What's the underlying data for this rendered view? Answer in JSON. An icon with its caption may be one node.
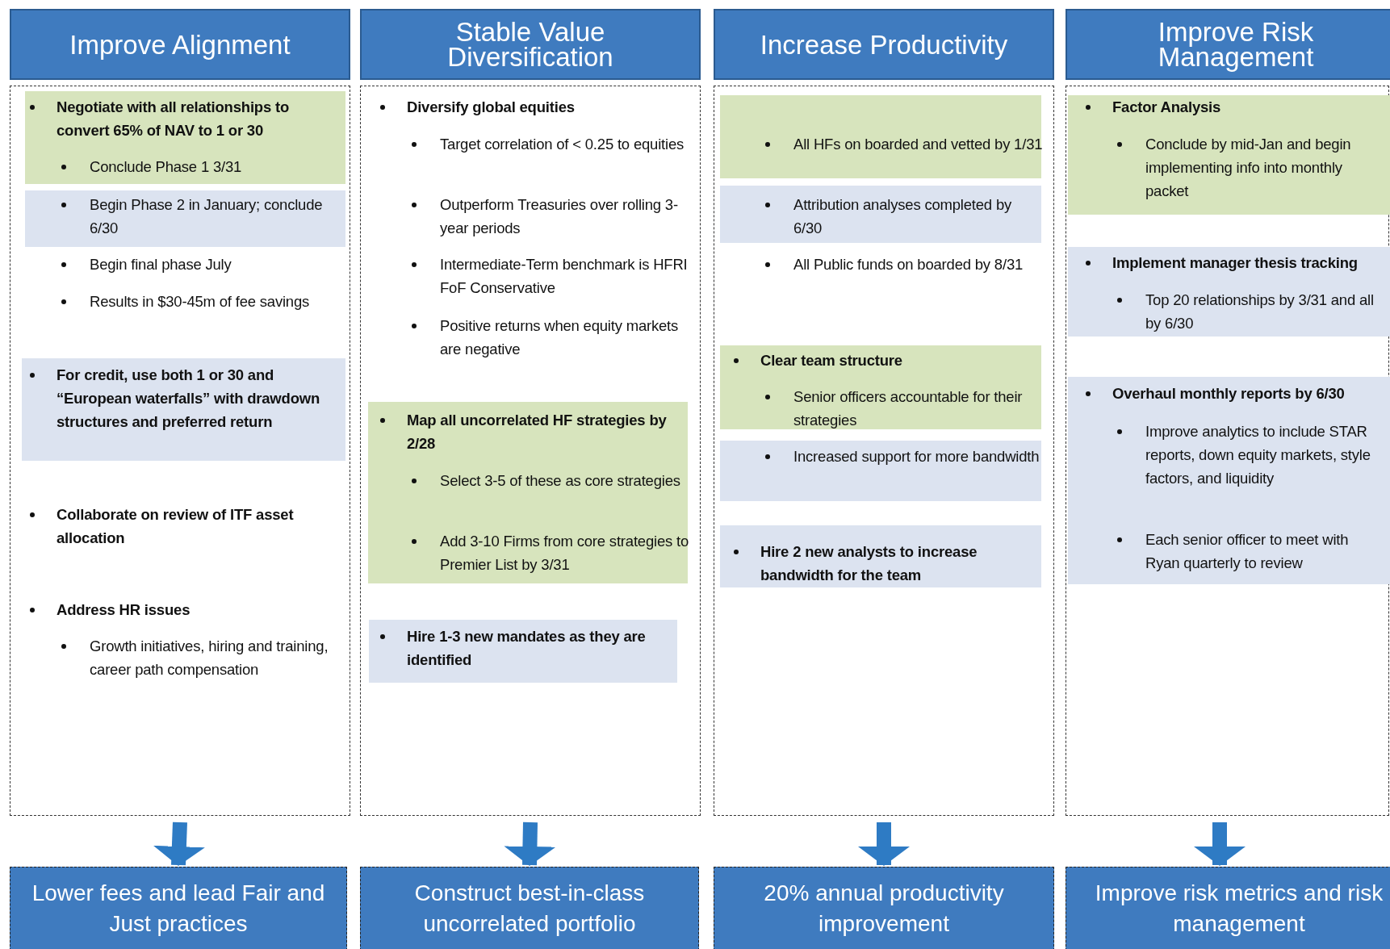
{
  "diagram": {
    "nodes": [
      {
        "text": [
          "Improve Alignment"
        ]
      },
      {
        "text": [
          "Stable Value Diversification"
        ]
      },
      {
        "text": [
          "Increase Productivity"
        ]
      },
      {
        "text": [
          "Improve Risk Management"
        ]
      },
      {
        "text": [
          "Begin final phase July",
          "Results in $30-45m of fee savings",
          "Collaborate on review of ITF asset allocation",
          "Address HR issues",
          "Growth initiatives, hiring and training, career path compensation"
        ]
      },
      {
        "text": [
          "Negotiate with all relationships to convert 65% of NAV to 1 or 30",
          "Conclude Phase 1 3/31"
        ],
        "in": 4
      },
      {
        "text": [
          "Begin Phase 2 in January; conclude 6/30"
        ],
        "in": 4
      },
      {
        "text": [
          "For credit, use both 1 or 30 and “European waterfalls” with drawdown structures and preferred return"
        ],
        "in": 4
      },
      {
        "text": [
          "Diversify global equities",
          "Target correlation of < 0.25 to equities",
          "Outperform Treasuries over rolling 3-year periods",
          "Intermediate-Term benchmark is HFRI FoF Conservative",
          "Positive returns when equity markets are negative"
        ]
      },
      {
        "text": [
          "Map all uncorrelated HF strategies by 2/28",
          "Select 3-5 of these as core strategies",
          "Add 3-10 Firms from core strategies to Premier List by 3/31"
        ],
        "in": 8
      },
      {
        "text": [
          "Hire 1-3 new mandates as they are identified"
        ],
        "in": 8
      },
      {
        "text": [
          "All Public funds on boarded by 8/31"
        ]
      },
      {
        "text": [
          "All HFs on boarded and vetted by 1/31"
        ],
        "in": 11
      },
      {
        "text": [
          "Attribution analyses completed by 6/30"
        ],
        "in": 11
      },
      {
        "text": [
          "Clear team structure",
          "Senior officers accountable for their strategies"
        ],
        "in": 11
      },
      {
        "text": [
          "Increased support for more bandwidth"
        ],
        "in": 11
      },
      {
        "text": [
          "Hire 2 new analysts to increase bandwidth for the team"
        ],
        "in": 11
      },
      {
        "text": [],
        "shape": "box"
      },
      {
        "text": [
          "Factor Analysis",
          "Conclude by mid-Jan and begin implementing info into monthly packet"
        ],
        "in": 17
      },
      {
        "text": [
          "Implement manager thesis tracking",
          "Top 20 relationships by 3/31 and all by 6/30"
        ],
        "in": 17
      },
      {
        "text": [
          "Overhaul monthly reports by 6/30",
          "Improve analytics to include STAR reports, down equity markets, style factors, and liquidity",
          "Each senior officer to meet with Ryan quarterly to review"
        ],
        "in": 17
      },
      {
        "text": [
          "Lower fees and lead Fair and Just practices"
        ]
      },
      {
        "text": [
          "Construct best-in-class uncorrelated portfolio"
        ]
      },
      {
        "text": [
          "20% annual productivity improvement"
        ]
      },
      {
        "text": [
          "Improve risk metrics and risk management"
        ]
      }
    ],
    "edges": [
      {
        "from": 4,
        "to": 21,
        "arrow": "to"
      },
      {
        "from": 8,
        "to": 22,
        "arrow": "to"
      },
      {
        "from": 11,
        "to": 23,
        "arrow": "to"
      },
      {
        "from": 17,
        "to": 24,
        "arrow": "to"
      }
    ]
  }
}
